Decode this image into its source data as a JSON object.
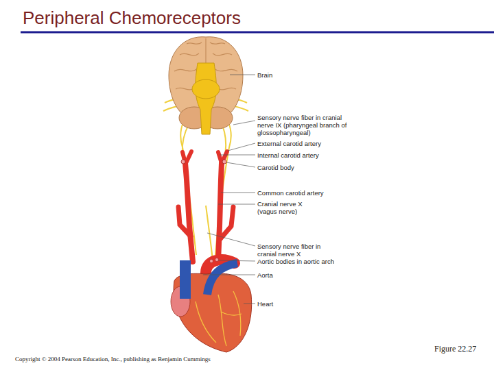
{
  "diagram": {
    "title": "Peripheral Chemoreceptors",
    "caption": "Figure 22.27",
    "labels": [
      "Brain",
      "Sensory nerve fiber in cranial nerve IX (pharyngeal branch of glossopharyngeal)",
      "External carotid artery",
      "Internal carotid artery",
      "Carotid body",
      "Common carotid artery",
      "Cranial nerve X (vagus nerve)",
      "Sensory nerve fiber in cranial nerve X",
      "Aortic bodies in aortic arch",
      "Aorta",
      "Heart",
      "Copyright © 2004 Pearson Education, Inc., publishing as Benjamin Cummings"
    ]
  }
}
